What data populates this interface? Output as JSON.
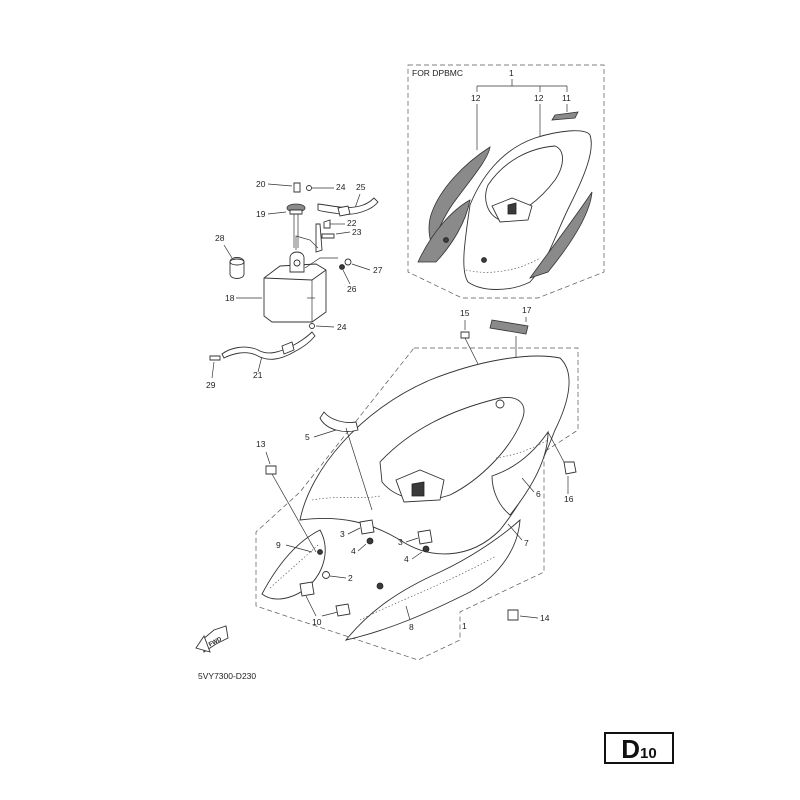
{
  "variant_label": "FOR DPBMC",
  "drawing_code": "5VY7300-D230",
  "fwd_label": "FWD",
  "page_badge": {
    "letter": "D",
    "number": "10"
  },
  "callouts": {
    "c1_top": "1",
    "c12a": "12",
    "c12b": "12",
    "c11": "11",
    "c20": "20",
    "c24a": "24",
    "c25": "25",
    "c19": "19",
    "c22": "22",
    "c23": "23",
    "c28": "28",
    "c27": "27",
    "c26": "26",
    "c18": "18",
    "c24b": "24",
    "c29": "29",
    "c21": "21",
    "c15": "15",
    "c17": "17",
    "c5": "5",
    "c13": "13",
    "c16": "16",
    "c6": "6",
    "c7": "7",
    "c3a": "3",
    "c4a": "4",
    "c3b": "3",
    "c4b": "4",
    "c9": "9",
    "c2": "2",
    "c10": "10",
    "c8": "8",
    "c1_bot": "1",
    "c14": "14"
  }
}
